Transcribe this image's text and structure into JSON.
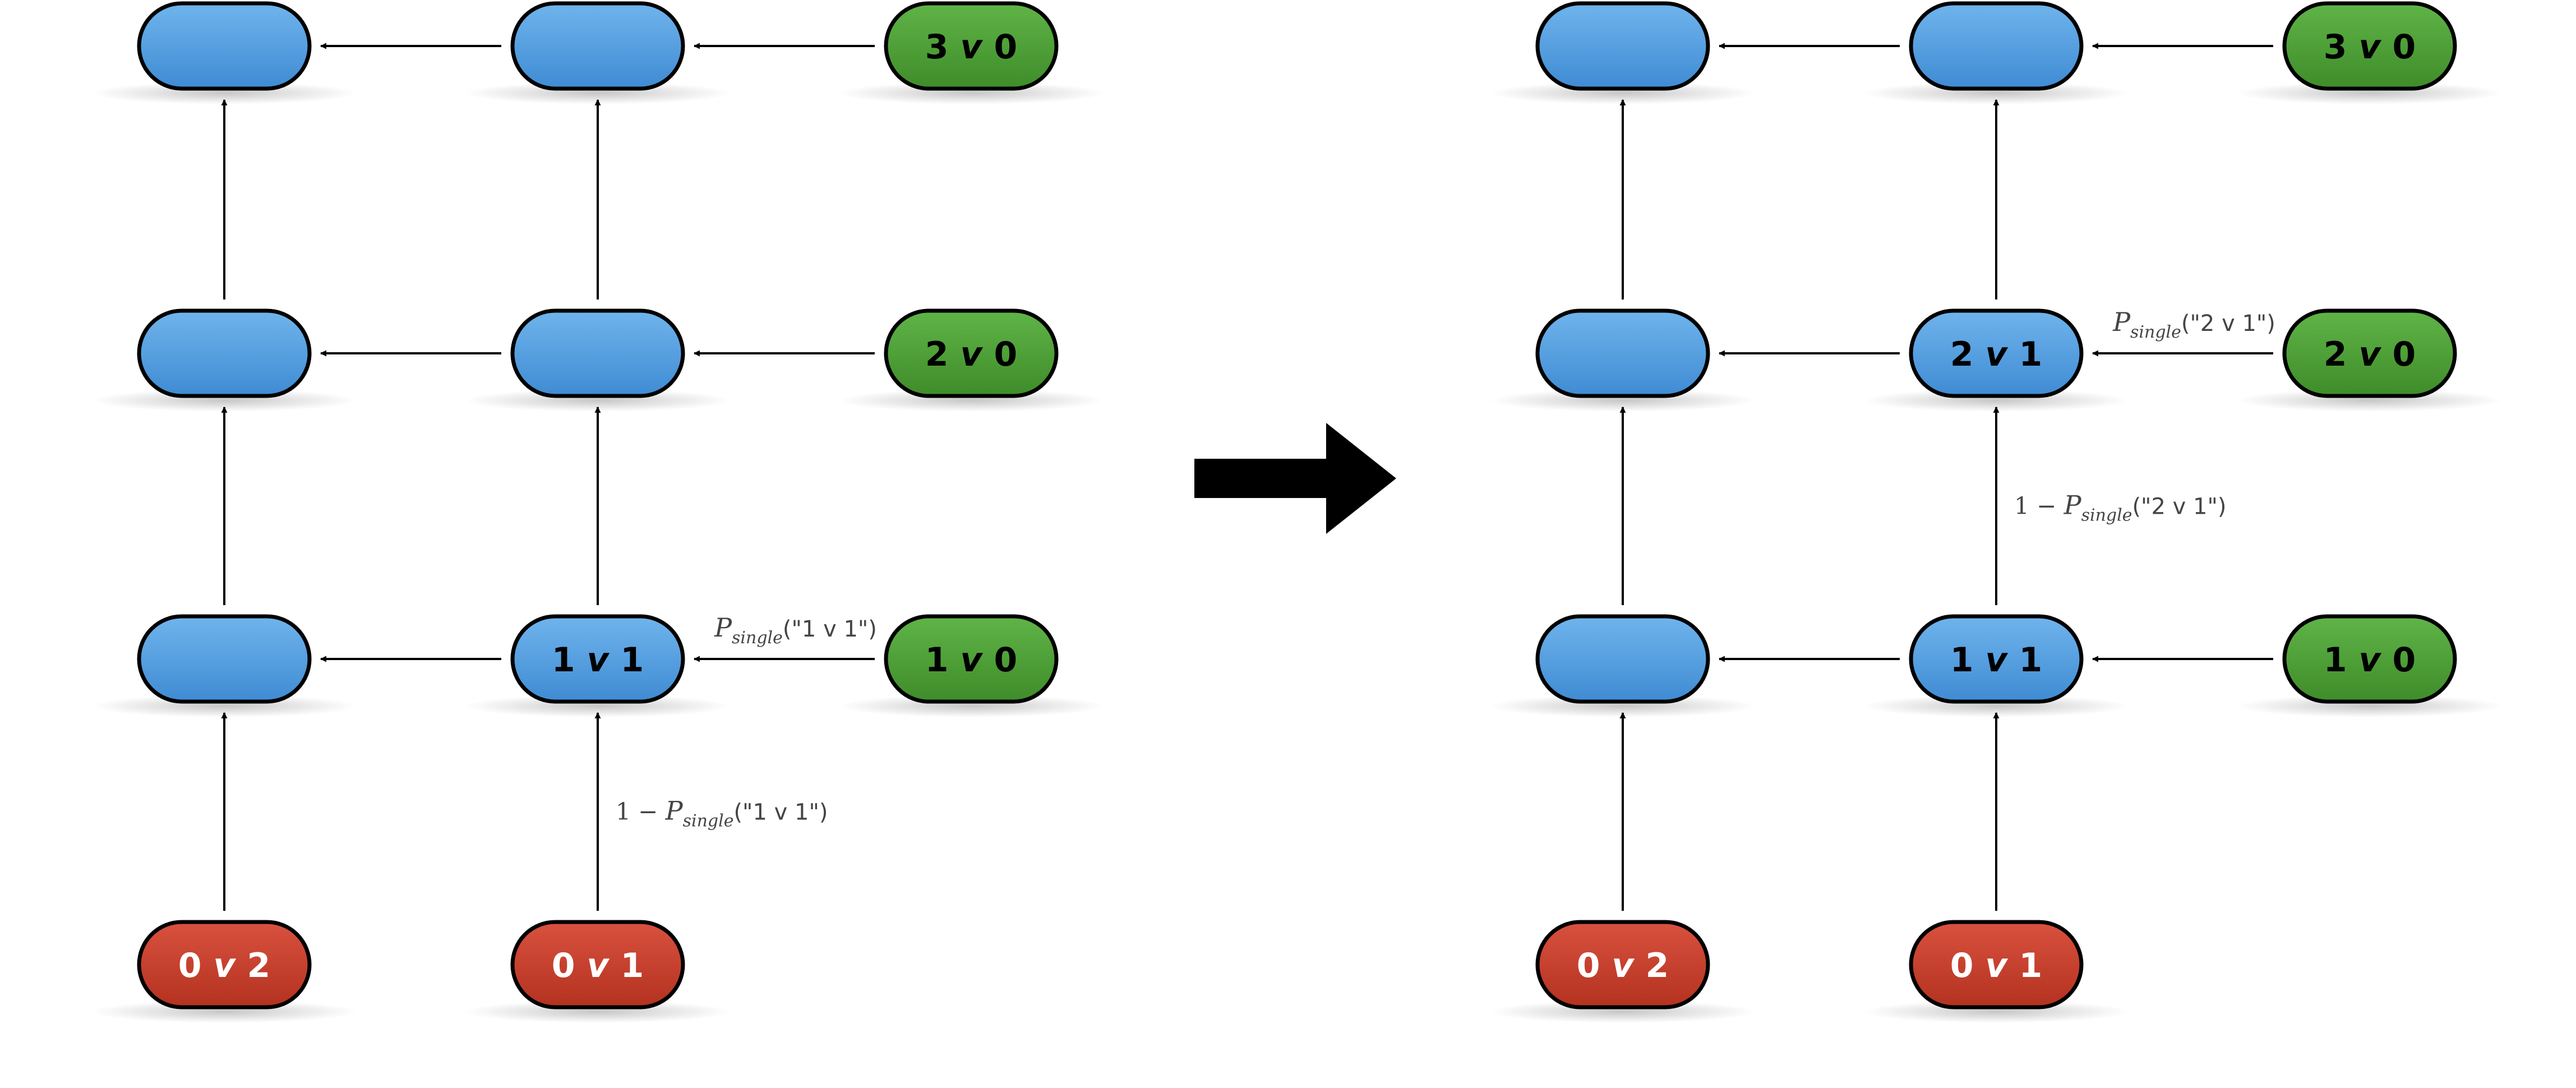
{
  "colors": {
    "blue_top": "#6fb4ec",
    "blue_bottom": "#3f8bd3",
    "green_top": "#5fb447",
    "green_bottom": "#3f8c2a",
    "red_top": "#d9513f",
    "red_bottom": "#b3321f",
    "node_stroke": "#000000",
    "label_dark": "#000000",
    "label_light": "#ffffff",
    "edge": "#000000",
    "edge_label": "#444444",
    "transition_arrow": "#000000"
  },
  "panels": [
    {
      "id": "before",
      "nodes": [
        {
          "id": "0v2",
          "label": "0 v 2",
          "kind": "red"
        },
        {
          "id": "0v1",
          "label": "0 v 1",
          "kind": "red"
        },
        {
          "id": "b00",
          "label": "",
          "kind": "blue"
        },
        {
          "id": "1v1",
          "label": "1 v 1",
          "kind": "blue"
        },
        {
          "id": "1v0",
          "label": "1 v 0",
          "kind": "green"
        },
        {
          "id": "b10",
          "label": "",
          "kind": "blue"
        },
        {
          "id": "b11",
          "label": "",
          "kind": "blue"
        },
        {
          "id": "2v0",
          "label": "2 v 0",
          "kind": "green"
        },
        {
          "id": "b20",
          "label": "",
          "kind": "blue"
        },
        {
          "id": "b21",
          "label": "",
          "kind": "blue"
        },
        {
          "id": "3v0",
          "label": "3 v 0",
          "kind": "green"
        }
      ],
      "edges": [
        {
          "from": "0v2",
          "to": "b00"
        },
        {
          "from": "0v1",
          "to": "1v1",
          "label": {
            "prefix": "1 − ",
            "p": "P",
            "sub": "single",
            "arg": "(\"1 v 1\")"
          }
        },
        {
          "from": "1v1",
          "to": "b00"
        },
        {
          "from": "1v0",
          "to": "1v1",
          "label": {
            "prefix": "",
            "p": "P",
            "sub": "single",
            "arg": "(\"1 v 1\")"
          }
        },
        {
          "from": "b00",
          "to": "b10"
        },
        {
          "from": "1v1",
          "to": "b11"
        },
        {
          "from": "b11",
          "to": "b10"
        },
        {
          "from": "2v0",
          "to": "b11"
        },
        {
          "from": "b10",
          "to": "b20"
        },
        {
          "from": "b11",
          "to": "b21"
        },
        {
          "from": "b21",
          "to": "b20"
        },
        {
          "from": "3v0",
          "to": "b21"
        }
      ]
    },
    {
      "id": "after",
      "nodes": [
        {
          "id": "0v2",
          "label": "0 v 2",
          "kind": "red"
        },
        {
          "id": "0v1",
          "label": "0 v 1",
          "kind": "red"
        },
        {
          "id": "b00",
          "label": "",
          "kind": "blue"
        },
        {
          "id": "1v1",
          "label": "1 v 1",
          "kind": "blue"
        },
        {
          "id": "1v0",
          "label": "1 v 0",
          "kind": "green"
        },
        {
          "id": "b10",
          "label": "",
          "kind": "blue"
        },
        {
          "id": "2v1",
          "label": "2 v 1",
          "kind": "blue"
        },
        {
          "id": "2v0",
          "label": "2 v 0",
          "kind": "green"
        },
        {
          "id": "b20",
          "label": "",
          "kind": "blue"
        },
        {
          "id": "b21",
          "label": "",
          "kind": "blue"
        },
        {
          "id": "3v0",
          "label": "3 v 0",
          "kind": "green"
        }
      ],
      "edges": [
        {
          "from": "0v2",
          "to": "b00"
        },
        {
          "from": "0v1",
          "to": "1v1"
        },
        {
          "from": "1v1",
          "to": "b00"
        },
        {
          "from": "1v0",
          "to": "1v1"
        },
        {
          "from": "b00",
          "to": "b10"
        },
        {
          "from": "1v1",
          "to": "2v1",
          "label": {
            "prefix": "1 − ",
            "p": "P",
            "sub": "single",
            "arg": "(\"2 v 1\")"
          }
        },
        {
          "from": "2v1",
          "to": "b10"
        },
        {
          "from": "2v0",
          "to": "2v1",
          "label": {
            "prefix": "",
            "p": "P",
            "sub": "single",
            "arg": "(\"2 v 1\")"
          }
        },
        {
          "from": "b10",
          "to": "b20"
        },
        {
          "from": "2v1",
          "to": "b21"
        },
        {
          "from": "b21",
          "to": "b20"
        },
        {
          "from": "3v0",
          "to": "b21"
        }
      ]
    }
  ]
}
